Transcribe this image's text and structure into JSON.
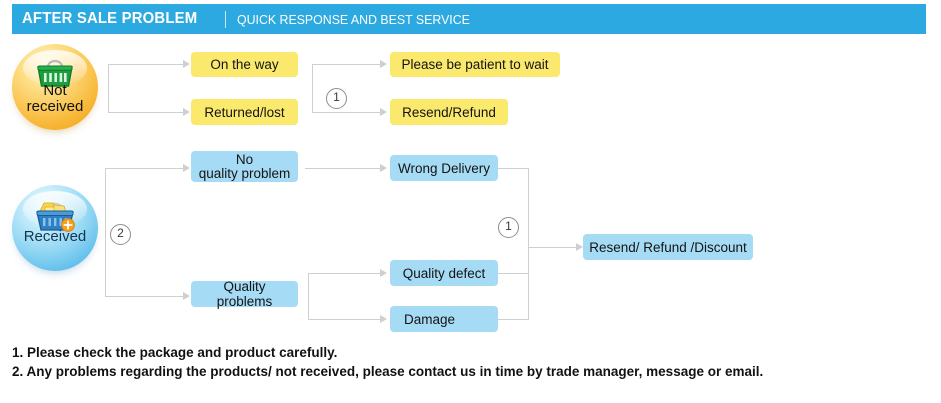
{
  "header": {
    "title": "AFTER SALE PROBLEM",
    "divider": "|",
    "subtitle": "QUICK RESPONSE AND BEST SERVICE",
    "bar_color": "#2CA9E1",
    "text_color": "#FFFFFF"
  },
  "flow": {
    "nodes": {
      "not_received": {
        "label_line1": "Not",
        "label_line2": "received",
        "icon": "green-shopping-basket-icon",
        "color": "#F9BF45"
      },
      "received": {
        "label": "Received",
        "icon": "blue-filled-shopping-basket-icon",
        "color": "#8FD5F3"
      },
      "on_the_way": {
        "label": "On the way",
        "color": "#FAE96D"
      },
      "returned_lost": {
        "label": "Returned/lost",
        "color": "#FAE96D"
      },
      "please_wait": {
        "label": "Please be patient to wait",
        "color": "#FAE96D"
      },
      "resend_refund": {
        "label": "Resend/Refund",
        "color": "#FAE96D"
      },
      "no_quality_problem_l1": {
        "label": "No",
        "color": "#A5DBF4"
      },
      "no_quality_problem_l2": {
        "label": "quality problem",
        "color": "#A5DBF4"
      },
      "quality_problems": {
        "label": "Quality problems",
        "color": "#A5DBF4"
      },
      "wrong_delivery": {
        "label": "Wrong Delivery",
        "color": "#A5DBF4"
      },
      "quality_defect": {
        "label": "Quality defect",
        "color": "#A5DBF4"
      },
      "damage": {
        "label": "Damage",
        "color": "#A5DBF4"
      },
      "resend_refund_discount": {
        "label": "Resend/ Refund /Discount",
        "color": "#A5DBF4"
      }
    },
    "badges": {
      "top_one": "1",
      "received_two": "2",
      "right_one": "1"
    },
    "connector_color": "#CFCFCF"
  },
  "footer": {
    "note1": "1. Please check the package and product carefully.",
    "note2": "2. Any problems regarding the products/ not received, please contact us in time by trade manager, message or email."
  }
}
